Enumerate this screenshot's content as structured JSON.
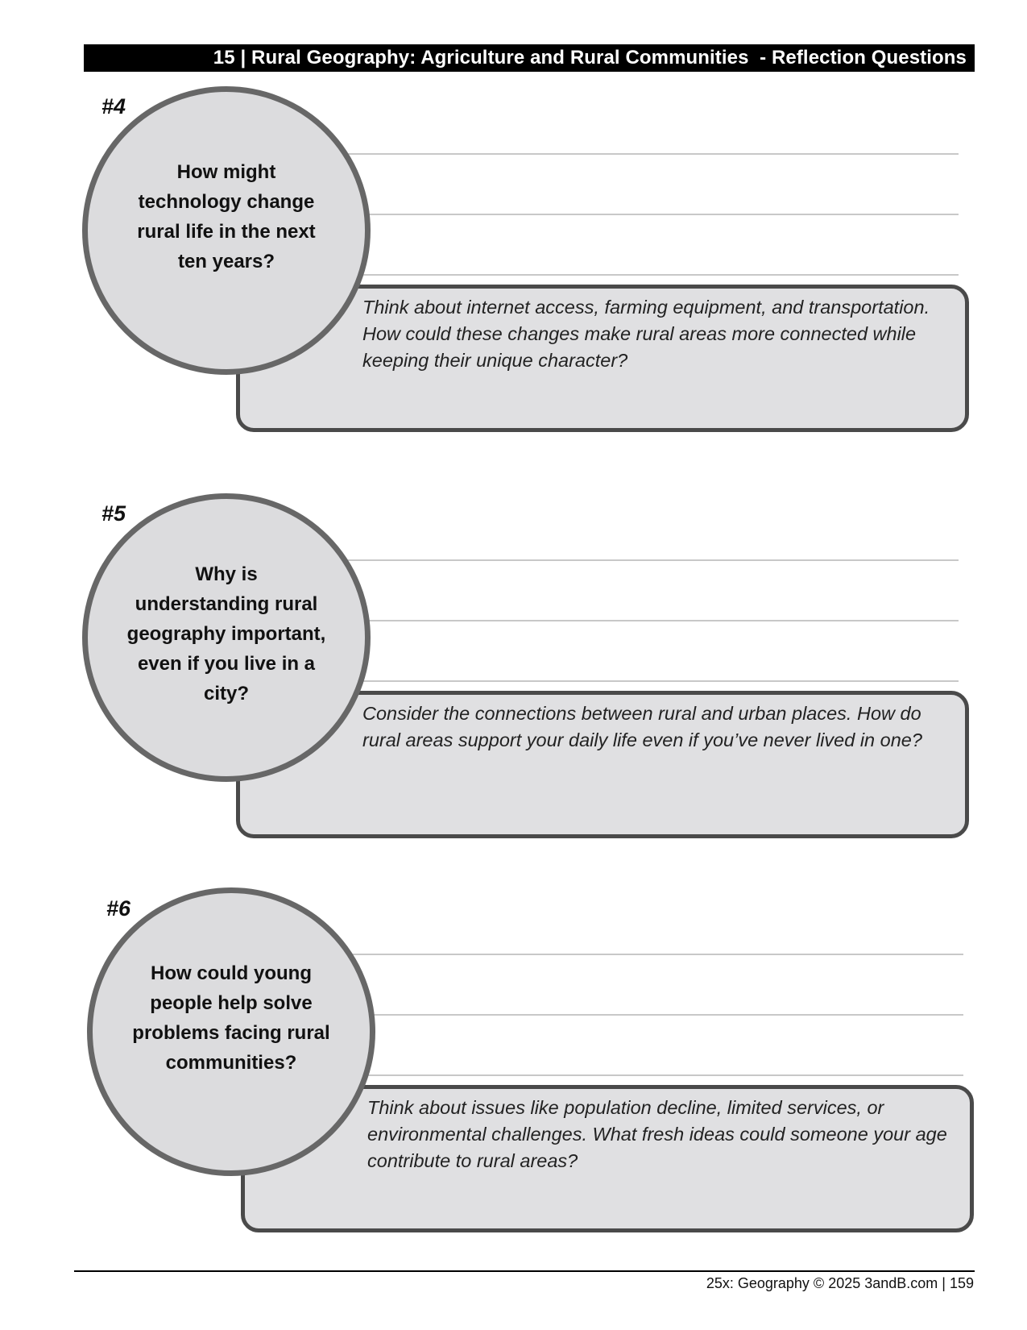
{
  "header": {
    "title": "15 | Rural Geography: Agriculture and Rural Communities  - Reflection Questions"
  },
  "questions": [
    {
      "number": "#4",
      "question": "How might technology change rural life in the next ten years?",
      "hint": "Think about internet access, farming equipment, and transportation. How could these changes make rural areas more connected while keeping their unique character?"
    },
    {
      "number": "#5",
      "question": "Why is understanding rural geography important, even if you live in a city?",
      "hint": "Consider the connections between rural and urban places. How do rural areas support your daily life even if you’ve never lived in one?"
    },
    {
      "number": "#6",
      "question": "How could young people help solve problems facing rural communities?",
      "hint": "Think about issues like population decline, limited services, or environmental challenges. What fresh ideas could someone your age contribute to rural areas?"
    }
  ],
  "footer": {
    "text": "25x: Geography © 2025 3andB.com | 159"
  }
}
